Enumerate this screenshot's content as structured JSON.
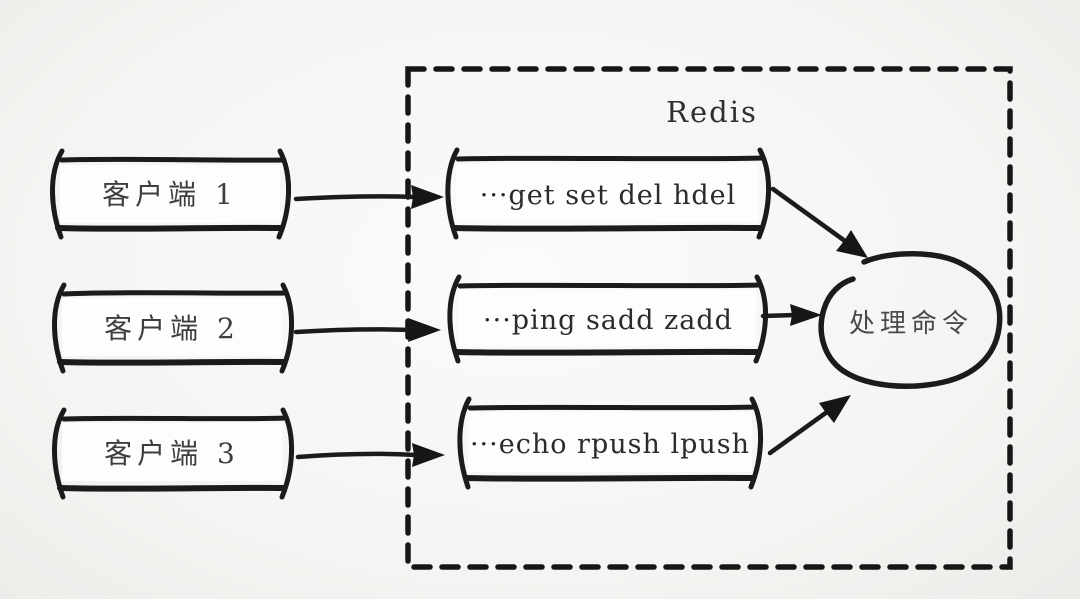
{
  "diagram": {
    "container_label": "Redis",
    "clients": [
      {
        "label": "客户端 1"
      },
      {
        "label": "客户端 2"
      },
      {
        "label": "客户端 3"
      }
    ],
    "queues": [
      {
        "label": "···get set del hdel"
      },
      {
        "label": "···ping sadd zadd"
      },
      {
        "label": "···echo rpush lpush"
      }
    ],
    "processor": {
      "label": "处理命令"
    },
    "colors": {
      "ink": "#1b1b1b",
      "background": "#f5f4f2",
      "box_fill": "#fdfdfc"
    }
  }
}
